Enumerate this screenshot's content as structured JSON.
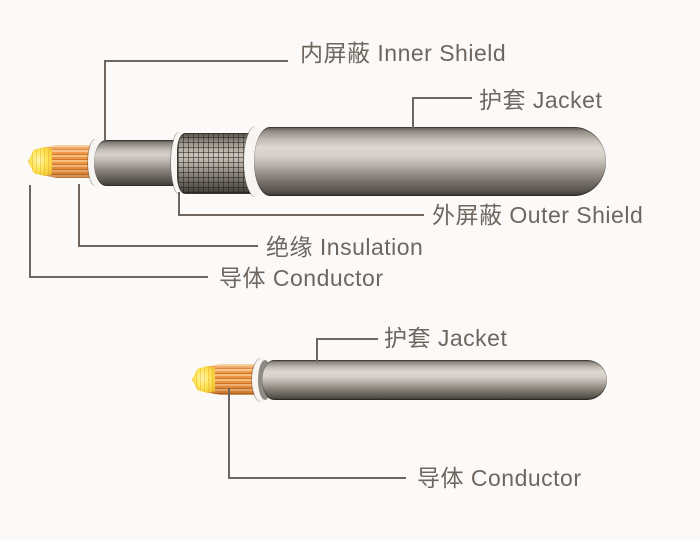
{
  "shielded_cable": {
    "description": "shielded cable cutaway diagram",
    "labels": {
      "inner_shield": "内屏蔽 Inner Shield",
      "jacket": "护套 Jacket",
      "outer_shield": "外屏蔽 Outer Shield",
      "insulation": "绝缘 Insulation",
      "conductor": "导体 Conductor"
    }
  },
  "single_wire": {
    "description": "single insulated wire cutaway diagram",
    "labels": {
      "jacket": "护套 Jacket",
      "conductor": "导体 Conductor"
    }
  },
  "colors": {
    "background": "#fbfaf8",
    "label_text": "#6f665f",
    "leader_line": "#6f665f",
    "copper_strand": "#ec9546",
    "conductor_tip_face": "#ffe85e",
    "insulation_gray": "#b7b2ab",
    "shield_braid_gray": "#8a847c",
    "jacket_highlight": "#ddd8d1",
    "ring_white": "#f7f5f1"
  }
}
